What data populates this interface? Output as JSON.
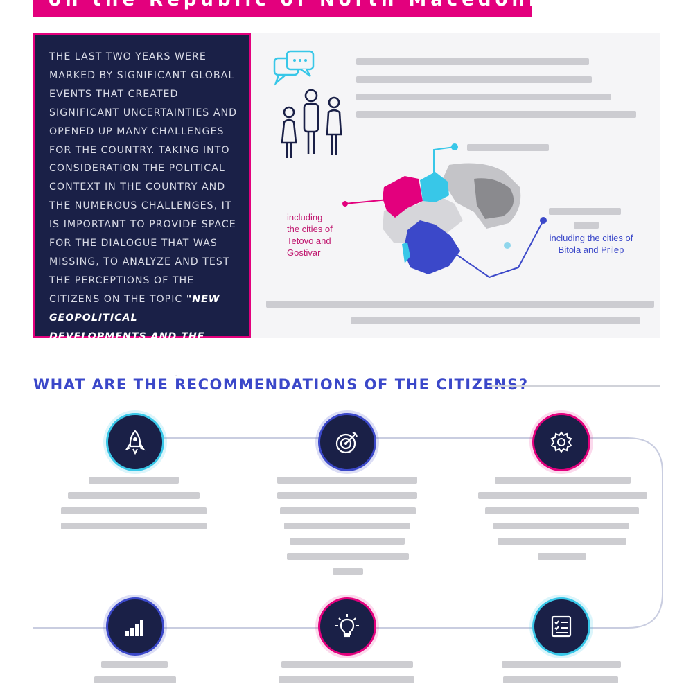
{
  "banner": {
    "title": "on the Republic of North Macedonia"
  },
  "intro": {
    "text_main": "THE LAST TWO YEARS WERE MARKED BY SIGNIFICANT GLOBAL EVENTS THAT CREATED SIGNIFICANT UNCERTAINTIES AND OPENED UP MANY CHALLENGES FOR THE COUNTRY. TAKING INTO CONSIDERATION THE POLITICAL CONTEXT IN THE COUNTRY AND THE NUMEROUS CHALLENGES, IT IS IMPORTANT TO PROVIDE SPACE FOR THE DIALOGUE THAT WAS MISSING, TO ANALYZE AND TEST THE PERCEPTIONS OF THE CITIZENS ON THE TOPIC ",
    "text_emphasis": "\"NEW GEOPOLITICAL DEVELOPMENTS AND THE IMPACT ON THE REPUBLIC OF NORTH MACEDONIA\"",
    "text_end": "."
  },
  "map": {
    "callout_west": "including the cities of Tetovo and Gostivar",
    "callout_south": "including the cities of Bitola and Prilep",
    "colors": {
      "pink": "#e3007d",
      "cyan": "#38c7e8",
      "blue": "#3b48c9",
      "gray": "#c4c4c8",
      "dark_gray": "#8a8a8e"
    }
  },
  "recommendations": {
    "title": "WHAT ARE THE RECOMMENDATIONS OF THE CITIZENS?",
    "items": [
      {
        "icon": "rocket-icon"
      },
      {
        "icon": "target-icon"
      },
      {
        "icon": "gear-icon"
      },
      {
        "icon": "bar-chart-icon"
      },
      {
        "icon": "lightbulb-icon"
      },
      {
        "icon": "checklist-icon"
      }
    ]
  },
  "colors": {
    "navy": "#1a2047",
    "pink": "#e3007d",
    "cyan": "#38c7e8",
    "blue": "#3b48c9"
  }
}
